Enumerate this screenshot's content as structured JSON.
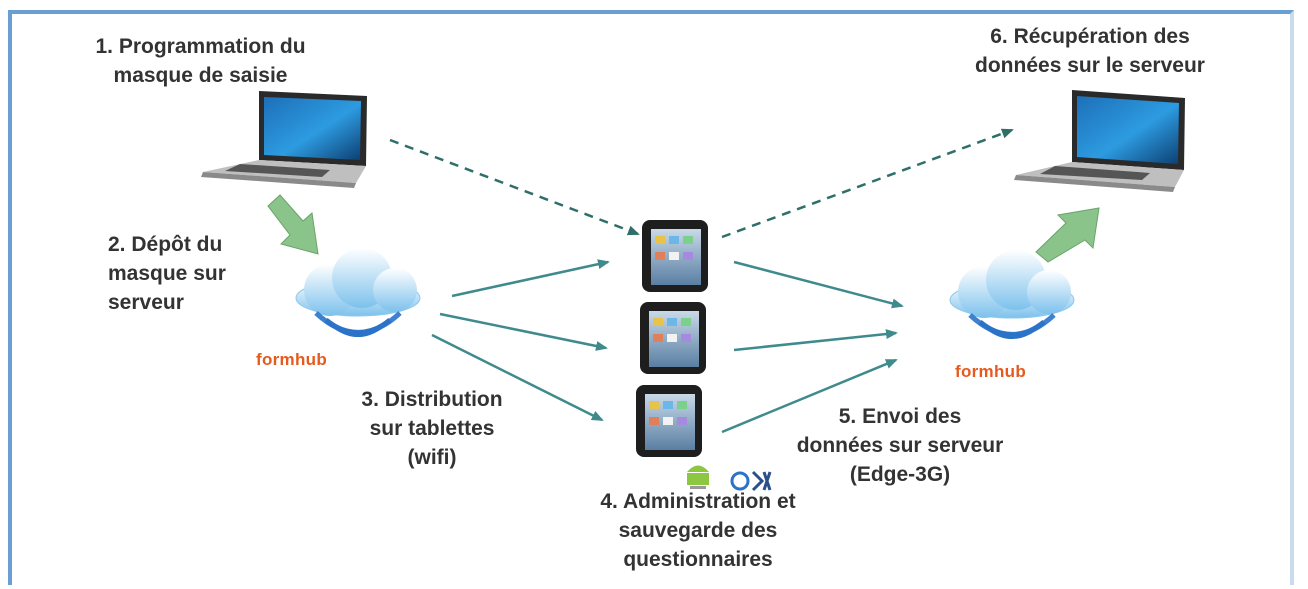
{
  "steps": {
    "step1": [
      "1. Programmation du",
      "masque de saisie"
    ],
    "step2": [
      "2. Dépôt du",
      "masque sur",
      "serveur"
    ],
    "step3": [
      "3. Distribution",
      "sur tablettes",
      "(wifi)"
    ],
    "step4": [
      "4. Administration et",
      "sauvegarde des",
      "questionnaires"
    ],
    "step5": [
      "5. Envoi des",
      "données sur serveur",
      "(Edge-3G)"
    ],
    "step6": [
      "6. Récupération des",
      "données sur le serveur"
    ]
  },
  "server_brand": "formhub",
  "logos": [
    "android-logo",
    "odk-logo"
  ],
  "colors": {
    "frame": "#6a9fd4",
    "arrow_solid": "#3f8a8d",
    "arrow_dashed": "#2f6f6a",
    "arrow_green": "#8bc48a",
    "cloud": "#6fb7e6",
    "wifi": "#2a73c9",
    "formhub": "#e65a1e",
    "text": "#333333"
  }
}
